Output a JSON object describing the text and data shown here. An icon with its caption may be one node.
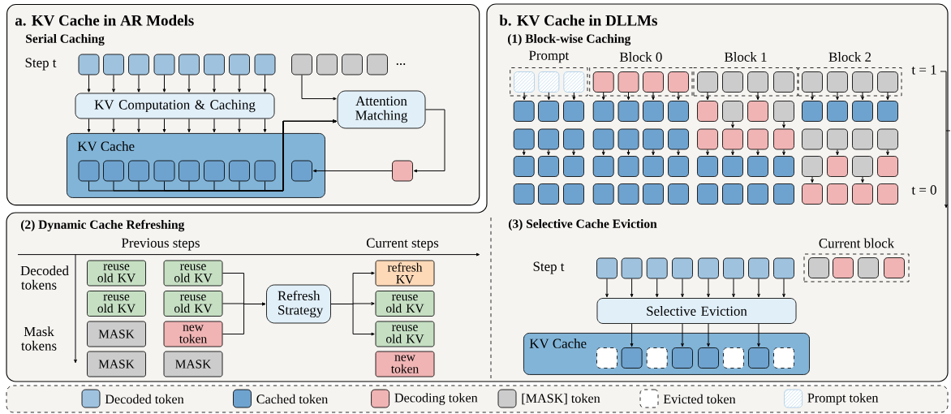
{
  "diagram": {
    "nodes": [
      {
        "text": [
          "a. KV Cache in AR Models",
          "Serial Caching"
        ]
      },
      {
        "text": [],
        "shape": "box",
        "in": 0
      },
      {
        "text": [],
        "shape": "box",
        "in": 0
      },
      {
        "text": [],
        "shape": "box",
        "in": 0
      },
      {
        "text": [],
        "shape": "box",
        "in": 0
      },
      {
        "text": [],
        "shape": "box",
        "in": 0
      },
      {
        "text": [],
        "shape": "box",
        "in": 0
      },
      {
        "text": [],
        "shape": "box",
        "in": 0
      },
      {
        "text": [],
        "shape": "box",
        "in": 0
      },
      {
        "text": [],
        "shape": "box",
        "in": 0
      },
      {
        "text": [],
        "shape": "box",
        "in": 0
      },
      {
        "text": [],
        "shape": "box",
        "in": 0
      },
      {
        "text": [],
        "shape": "box",
        "in": 0
      },
      {
        "text": [
          "KV Computation & Caching"
        ],
        "in": 0
      },
      {
        "text": [
          "Attention Matching"
        ],
        "in": 0
      },
      {
        "text": [
          "KV Cache"
        ],
        "in": 0
      },
      {
        "text": [],
        "shape": "box",
        "in": 15
      },
      {
        "text": [],
        "shape": "box",
        "in": 15
      },
      {
        "text": [],
        "shape": "box",
        "in": 15
      },
      {
        "text": [],
        "shape": "box",
        "in": 15
      },
      {
        "text": [],
        "shape": "box",
        "in": 15
      },
      {
        "text": [],
        "shape": "box",
        "in": 15
      },
      {
        "text": [],
        "shape": "box",
        "in": 15
      },
      {
        "text": [],
        "shape": "box",
        "in": 15
      },
      {
        "text": [],
        "shape": "box",
        "in": 15
      },
      {
        "text": [],
        "shape": "box",
        "in": 0
      },
      {
        "text": [
          "b. KV Cache in DLLMs"
        ]
      },
      {
        "text": [
          "Prompt"
        ],
        "in": 26
      },
      {
        "text": [],
        "shape": "box",
        "in": 27
      },
      {
        "text": [],
        "shape": "box",
        "in": 27
      },
      {
        "text": [],
        "shape": "box",
        "in": 27
      },
      {
        "text": [
          "Block 0"
        ],
        "in": 26
      },
      {
        "text": [],
        "shape": "box",
        "in": 31
      },
      {
        "text": [],
        "shape": "box",
        "in": 31
      },
      {
        "text": [],
        "shape": "box",
        "in": 31
      },
      {
        "text": [],
        "shape": "box",
        "in": 31
      },
      {
        "text": [
          "Block 1"
        ],
        "in": 26
      },
      {
        "text": [],
        "shape": "box",
        "in": 36
      },
      {
        "text": [],
        "shape": "box",
        "in": 36
      },
      {
        "text": [],
        "shape": "box",
        "in": 36
      },
      {
        "text": [],
        "shape": "box",
        "in": 36
      },
      {
        "text": [
          "Block 2"
        ],
        "in": 26
      },
      {
        "text": [],
        "shape": "box",
        "in": 41
      },
      {
        "text": [],
        "shape": "box",
        "in": 41
      },
      {
        "text": [],
        "shape": "box",
        "in": 41
      },
      {
        "text": [],
        "shape": "box",
        "in": 41
      },
      {
        "text": [],
        "shape": "box",
        "in": 26
      },
      {
        "text": [],
        "shape": "box",
        "in": 26
      },
      {
        "text": [],
        "shape": "box",
        "in": 26
      },
      {
        "text": [],
        "shape": "box",
        "in": 26
      },
      {
        "text": [],
        "shape": "box",
        "in": 26
      },
      {
        "text": [],
        "shape": "box",
        "in": 26
      },
      {
        "text": [],
        "shape": "box",
        "in": 26
      },
      {
        "text": [],
        "shape": "box",
        "in": 26
      },
      {
        "text": [],
        "shape": "box",
        "in": 26
      },
      {
        "text": [],
        "shape": "box",
        "in": 26
      },
      {
        "text": [],
        "shape": "box",
        "in": 26
      },
      {
        "text": [],
        "shape": "box",
        "in": 26
      },
      {
        "text": [],
        "shape": "box",
        "in": 26
      },
      {
        "text": [],
        "shape": "box",
        "in": 26
      },
      {
        "text": [],
        "shape": "box",
        "in": 26
      },
      {
        "text": [],
        "shape": "box",
        "in": 26
      },
      {
        "text": [],
        "shape": "box",
        "in": 26
      },
      {
        "text": [],
        "shape": "box",
        "in": 26
      },
      {
        "text": [],
        "shape": "box",
        "in": 26
      },
      {
        "text": [],
        "shape": "box",
        "in": 26
      },
      {
        "text": [],
        "shape": "box",
        "in": 26
      },
      {
        "text": [],
        "shape": "box",
        "in": 26
      },
      {
        "text": [],
        "shape": "box",
        "in": 26
      },
      {
        "text": [],
        "shape": "box",
        "in": 26
      },
      {
        "text": [],
        "shape": "box",
        "in": 26
      },
      {
        "text": [],
        "shape": "box",
        "in": 26
      },
      {
        "text": [],
        "shape": "box",
        "in": 26
      },
      {
        "text": [],
        "shape": "box",
        "in": 26
      },
      {
        "text": [],
        "shape": "box",
        "in": 26
      },
      {
        "text": [],
        "shape": "box",
        "in": 26
      },
      {
        "text": [],
        "shape": "box",
        "in": 26
      },
      {
        "text": [],
        "shape": "box",
        "in": 26
      },
      {
        "text": [],
        "shape": "box",
        "in": 26
      },
      {
        "text": [],
        "shape": "box",
        "in": 26
      },
      {
        "text": [],
        "shape": "box",
        "in": 26
      },
      {
        "text": [],
        "shape": "box",
        "in": 26
      },
      {
        "text": [],
        "shape": "box",
        "in": 26
      },
      {
        "text": [],
        "shape": "box",
        "in": 26
      },
      {
        "text": [],
        "shape": "box",
        "in": 26
      },
      {
        "text": [],
        "shape": "box",
        "in": 26
      },
      {
        "text": [],
        "shape": "box",
        "in": 26
      },
      {
        "text": [],
        "shape": "box",
        "in": 26
      },
      {
        "text": [],
        "shape": "box",
        "in": 26
      },
      {
        "text": [],
        "shape": "box",
        "in": 26
      },
      {
        "text": [],
        "shape": "box",
        "in": 26
      },
      {
        "text": [],
        "shape": "box",
        "in": 26
      },
      {
        "text": [],
        "shape": "box",
        "in": 26
      },
      {
        "text": [],
        "shape": "box",
        "in": 26
      },
      {
        "text": [],
        "shape": "box",
        "in": 26
      },
      {
        "text": [],
        "shape": "box",
        "in": 26
      },
      {
        "text": [],
        "shape": "box",
        "in": 26
      },
      {
        "text": [],
        "shape": "box",
        "in": 26
      },
      {
        "text": [],
        "shape": "box",
        "in": 26
      },
      {
        "text": [],
        "shape": "box",
        "in": 26
      },
      {
        "text": [],
        "shape": "box",
        "in": 26
      },
      {
        "text": [],
        "shape": "box",
        "in": 26
      },
      {
        "text": [],
        "shape": "box",
        "in": 26
      },
      {
        "text": [],
        "shape": "box",
        "in": 26
      },
      {
        "text": [],
        "shape": "box",
        "in": 26
      },
      {
        "text": [],
        "shape": "box",
        "in": 26
      },
      {
        "text": [
          "reuse old KV"
        ],
        "in": 26
      },
      {
        "text": [
          "reuse old KV"
        ],
        "in": 26
      },
      {
        "text": [
          "MASK"
        ],
        "in": 26
      },
      {
        "text": [
          "MASK"
        ],
        "in": 26
      },
      {
        "text": [
          "reuse old KV"
        ],
        "in": 26
      },
      {
        "text": [
          "reuse old KV"
        ],
        "in": 26
      },
      {
        "text": [
          "new token"
        ],
        "in": 26
      },
      {
        "text": [
          "MASK"
        ],
        "in": 26
      },
      {
        "text": [
          "Refresh Strategy"
        ],
        "in": 26
      },
      {
        "text": [
          "refresh KV"
        ],
        "in": 26
      },
      {
        "text": [
          "reuse old KV"
        ],
        "in": 26
      },
      {
        "text": [
          "reuse old KV"
        ],
        "in": 26
      },
      {
        "text": [
          "new token"
        ],
        "in": 26
      },
      {
        "text": [],
        "shape": "box",
        "in": 26
      },
      {
        "text": [],
        "shape": "box",
        "in": 26
      },
      {
        "text": [],
        "shape": "box",
        "in": 26
      },
      {
        "text": [],
        "shape": "box",
        "in": 26
      },
      {
        "text": [],
        "shape": "box",
        "in": 26
      },
      {
        "text": [],
        "shape": "box",
        "in": 26
      },
      {
        "text": [],
        "shape": "box",
        "in": 26
      },
      {
        "text": [],
        "shape": "box",
        "in": 26
      },
      {
        "text": [
          "Current block"
        ],
        "in": 26
      },
      {
        "text": [],
        "shape": "box",
        "in": 127
      },
      {
        "text": [],
        "shape": "box",
        "in": 127
      },
      {
        "text": [],
        "shape": "box",
        "in": 127
      },
      {
        "text": [],
        "shape": "box",
        "in": 127
      },
      {
        "text": [
          "Selective Eviction"
        ],
        "in": 26
      },
      {
        "text": [
          "KV Cache"
        ],
        "in": 26
      },
      {
        "text": [],
        "shape": "box",
        "in": 133
      },
      {
        "text": [],
        "shape": "box",
        "in": 133
      },
      {
        "text": [],
        "shape": "box",
        "in": 133
      },
      {
        "text": [],
        "shape": "box",
        "in": 133
      },
      {
        "text": [],
        "shape": "box",
        "in": 133
      },
      {
        "text": [],
        "shape": "box",
        "in": 133
      },
      {
        "text": [],
        "shape": "box",
        "in": 133
      },
      {
        "text": [],
        "shape": "box",
        "in": 133
      }
    ],
    "edges": [
      {
        "from": 1,
        "to": 13,
        "arrow": "to"
      },
      {
        "from": 2,
        "to": 13,
        "arrow": "to"
      },
      {
        "from": 3,
        "to": 13,
        "arrow": "to"
      },
      {
        "from": 4,
        "to": 13,
        "arrow": "to"
      },
      {
        "from": 5,
        "to": 13,
        "arrow": "to"
      },
      {
        "from": 6,
        "to": 13,
        "arrow": "to"
      },
      {
        "from": 7,
        "to": 13,
        "arrow": "to"
      },
      {
        "from": 8,
        "to": 13,
        "arrow": "to"
      },
      {
        "from": 13,
        "to": 15,
        "arrow": "to"
      },
      {
        "from": 13,
        "to": 15,
        "arrow": "to"
      },
      {
        "from": 13,
        "to": 15,
        "arrow": "to"
      },
      {
        "from": 13,
        "to": 15,
        "arrow": "to"
      },
      {
        "from": 13,
        "to": 15,
        "arrow": "to"
      },
      {
        "from": 13,
        "to": 15,
        "arrow": "to"
      },
      {
        "from": 13,
        "to": 15,
        "arrow": "to"
      },
      {
        "from": 13,
        "to": 15,
        "arrow": "to"
      },
      {
        "from": 9,
        "to": 14,
        "arrow": "to"
      },
      {
        "from": 16,
        "to": 14,
        "arrow": "to"
      },
      {
        "from": 17,
        "to": 14,
        "arrow": "to"
      },
      {
        "from": 18,
        "to": 14,
        "arrow": "to"
      },
      {
        "from": 19,
        "to": 14,
        "arrow": "to"
      },
      {
        "from": 20,
        "to": 14,
        "arrow": "to"
      },
      {
        "from": 21,
        "to": 14,
        "arrow": "to"
      },
      {
        "from": 22,
        "to": 14,
        "arrow": "to"
      },
      {
        "from": 23,
        "to": 14,
        "arrow": "to"
      },
      {
        "from": 14,
        "to": 25,
        "arrow": "to"
      },
      {
        "from": 25,
        "to": 24,
        "arrow": "to"
      },
      {
        "from": 28,
        "to": 46,
        "arrow": "to"
      },
      {
        "from": 29,
        "to": 47,
        "arrow": "to"
      },
      {
        "from": 30,
        "to": 48,
        "arrow": "to"
      },
      {
        "from": 32,
        "to": 49,
        "arrow": "to"
      },
      {
        "from": 33,
        "to": 50,
        "arrow": "to"
      },
      {
        "from": 34,
        "to": 51,
        "arrow": "to"
      },
      {
        "from": 35,
        "to": 52,
        "arrow": "to"
      },
      {
        "from": 37,
        "to": 53,
        "arrow": "to"
      },
      {
        "from": 39,
        "to": 55,
        "arrow": "to"
      },
      {
        "from": 42,
        "to": 57,
        "arrow": "to"
      },
      {
        "from": 43,
        "to": 58,
        "arrow": "to"
      },
      {
        "from": 44,
        "to": 59,
        "arrow": "to"
      },
      {
        "from": 45,
        "to": 60,
        "arrow": "to"
      },
      {
        "from": 54,
        "to": 69,
        "arrow": "to"
      },
      {
        "from": 56,
        "to": 71,
        "arrow": "to"
      },
      {
        "from": 61,
        "to": 76,
        "arrow": "to"
      },
      {
        "from": 62,
        "to": 77,
        "arrow": "to"
      },
      {
        "from": 63,
        "to": 78,
        "arrow": "to"
      },
      {
        "from": 64,
        "to": 79,
        "arrow": "to"
      },
      {
        "from": 65,
        "to": 80,
        "arrow": "to"
      },
      {
        "from": 66,
        "to": 81,
        "arrow": "to"
      },
      {
        "from": 67,
        "to": 82,
        "arrow": "to"
      },
      {
        "from": 68,
        "to": 83,
        "arrow": "to"
      },
      {
        "from": 69,
        "to": 84,
        "arrow": "to"
      },
      {
        "from": 70,
        "to": 85,
        "arrow": "to"
      },
      {
        "from": 71,
        "to": 86,
        "arrow": "to"
      },
      {
        "from": 73,
        "to": 88,
        "arrow": "to"
      },
      {
        "from": 75,
        "to": 90,
        "arrow": "to"
      },
      {
        "from": 87,
        "to": 102,
        "arrow": "to"
      },
      {
        "from": 89,
        "to": 104,
        "arrow": "to"
      },
      {
        "from": 110,
        "to": 114,
        "arrow": "to"
      },
      {
        "from": 111,
        "to": 114,
        "arrow": "to"
      },
      {
        "from": 112,
        "to": 114,
        "arrow": "to"
      },
      {
        "from": 114,
        "to": 115,
        "arrow": "to"
      },
      {
        "from": 114,
        "to": 116,
        "arrow": "to"
      },
      {
        "from": 114,
        "to": 117,
        "arrow": "to"
      },
      {
        "from": 119,
        "to": 132,
        "arrow": "to"
      },
      {
        "from": 120,
        "to": 132,
        "arrow": "to"
      },
      {
        "from": 121,
        "to": 132,
        "arrow": "to"
      },
      {
        "from": 122,
        "to": 132,
        "arrow": "to"
      },
      {
        "from": 123,
        "to": 132,
        "arrow": "to"
      },
      {
        "from": 124,
        "to": 132,
        "arrow": "to"
      },
      {
        "from": 125,
        "to": 132,
        "arrow": "to"
      },
      {
        "from": 126,
        "to": 132,
        "arrow": "to"
      },
      {
        "from": 132,
        "to": 135,
        "arrow": "to"
      },
      {
        "from": 132,
        "to": 137,
        "arrow": "to"
      },
      {
        "from": 132,
        "to": 138,
        "arrow": "to"
      },
      {
        "from": 132,
        "to": 140,
        "arrow": "to"
      }
    ],
    "labels": [
      "Step t",
      "...",
      "(1) Block-wise Caching",
      "t = 1",
      "t = 0",
      "(2) Dynamic Cache Refreshing",
      "(3) Selective Cache Eviction",
      "Previous steps",
      "Current steps",
      "Decoded tokens",
      "Mask tokens",
      "Step t"
    ],
    "legend": [
      {
        "text": "Decoded token",
        "color": "#9fc3df"
      },
      {
        "text": "Cached token",
        "color": "#6fa3cf"
      },
      {
        "text": "Decoding token",
        "color": "#f0b4b4"
      },
      {
        "text": "[MASK] token",
        "color": "#cccccc"
      },
      {
        "text": "Evicted token"
      },
      {
        "text": "Prompt token"
      }
    ]
  }
}
